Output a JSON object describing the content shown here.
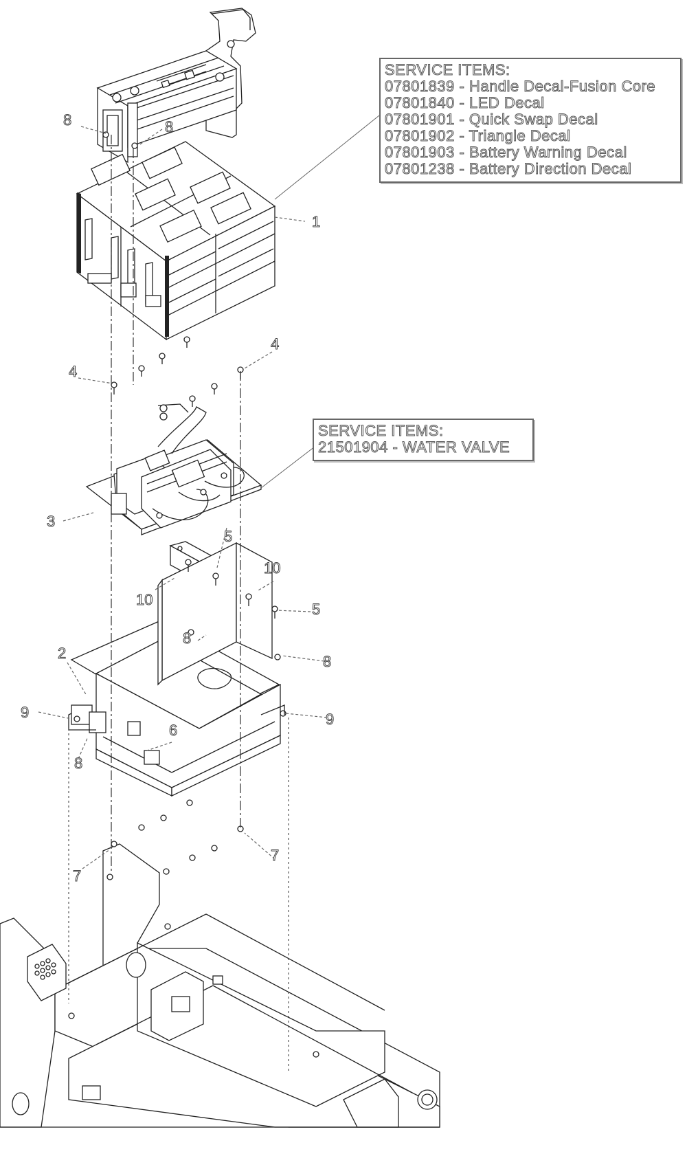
{
  "service_boxes": {
    "battery": {
      "heading": "SERVICE ITEMS:",
      "items": [
        "07801839 - Handle Decal-Fusion Core",
        "07801840 - LED Decal",
        "07801901 - Quick Swap Decal",
        "07801902 - Triangle Decal",
        "07801903 - Battery Warning Decal",
        "07801238 - Battery Direction Decal"
      ]
    },
    "water_tray": {
      "heading": "SERVICE ITEMS:",
      "items": [
        "21501904 - WATER VALVE"
      ]
    }
  },
  "callouts": {
    "c8_top_left": "8",
    "c8_top_right": "8",
    "c1": "1",
    "c4_left": "4",
    "c4_right": "4",
    "c3": "3",
    "c5_upper": "5",
    "c10_left": "10",
    "c10_right": "10",
    "c5_right": "5",
    "c8_mid_center": "8",
    "c8_mid_right": "8",
    "c2": "2",
    "c9_left": "9",
    "c9_right": "9",
    "c6": "6",
    "c8_lower_left": "8",
    "c7_left": "7",
    "c7_right": "7"
  }
}
